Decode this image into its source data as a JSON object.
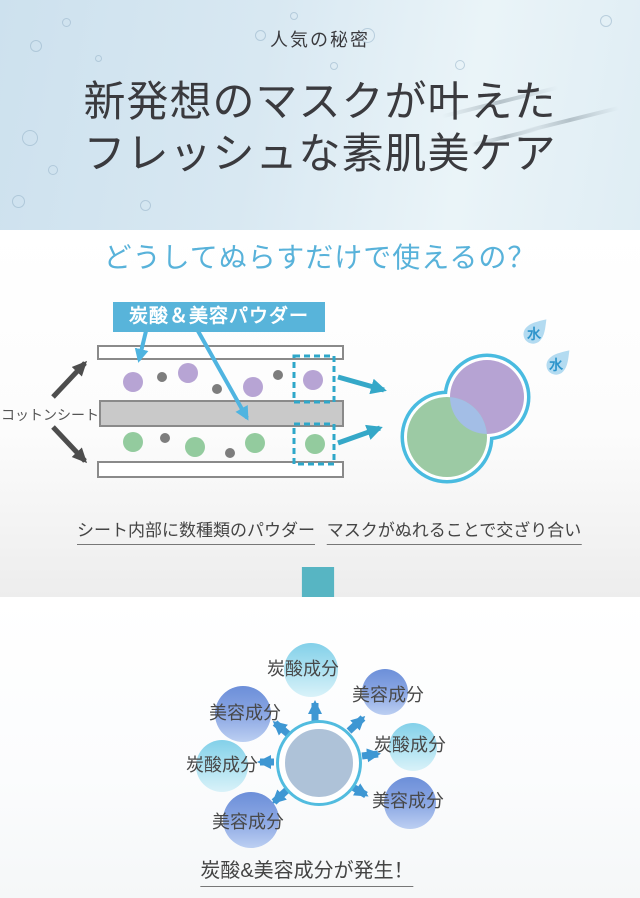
{
  "header": {
    "eyebrow": "人気の秘密",
    "title_line1": "新発想のマスクが叶えた",
    "title_line2": "フレッシュな素肌美ケア"
  },
  "section": {
    "title": "どうしてぬらすだけで使えるの？"
  },
  "sheet_diagram": {
    "powder_label": "炭酸＆美容パウダー",
    "cotton_label": "コットンシート",
    "water_label": "水",
    "caption_left": "シート内部に数種類のパウダー",
    "caption_right": "マスクがぬれることで交ざり合い"
  },
  "result_diagram": {
    "bubbles": [
      {
        "label": "炭酸成分",
        "type": "cyan"
      },
      {
        "label": "美容成分",
        "type": "blue"
      },
      {
        "label": "炭酸成分",
        "type": "cyan"
      },
      {
        "label": "美容成分",
        "type": "blue"
      },
      {
        "label": "美容成分",
        "type": "blue"
      },
      {
        "label": "炭酸成分",
        "type": "cyan"
      },
      {
        "label": "美容成分",
        "type": "blue"
      }
    ],
    "caption": "炭酸&美容成分が発生！"
  },
  "colors": {
    "accent_blue": "#58b4da",
    "section_title_blue": "#58b2da",
    "teal_block_arrow": "#57b5c3",
    "powder_purple": "#b6a3d3",
    "powder_green": "#9ccaa4",
    "mix_overlap_blue": "#a3bee6",
    "cyan_bubble": "#83d0e9",
    "blue_bubble": "#6c8fd9",
    "water_text_blue": "#2d94cb",
    "ray_arrow_blue": "#3e97d3",
    "hero_background": "#d6e7f1"
  }
}
